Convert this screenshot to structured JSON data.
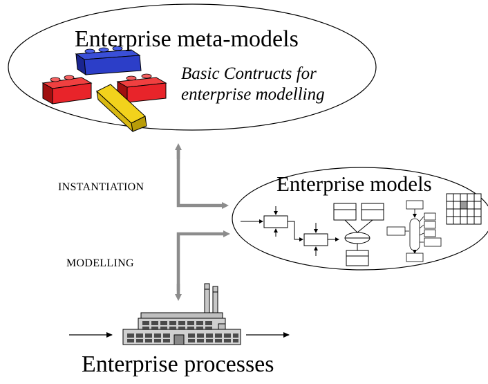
{
  "meta_models": {
    "title": "Enterprise meta-models",
    "subtitle_line1": "Basic Contructs for",
    "subtitle_line2": "enterprise modelling",
    "bricks_icon": "lego-bricks-icon"
  },
  "models": {
    "title": "Enterprise models",
    "icons": [
      "idef0-activity-boxes-icon",
      "er-schema-icon",
      "flowchart-icon",
      "grid-matrix-icon"
    ]
  },
  "processes": {
    "title": "Enterprise processes",
    "factory_icon": "factory-icon"
  },
  "relations": {
    "instantiation": "INSTANTIATION",
    "modelling": "MODELLING"
  },
  "colors": {
    "arrow": "#8c8c8c",
    "brick_red": "#e8242a",
    "brick_blue": "#2c3ec8",
    "brick_yellow": "#f2d21c"
  }
}
